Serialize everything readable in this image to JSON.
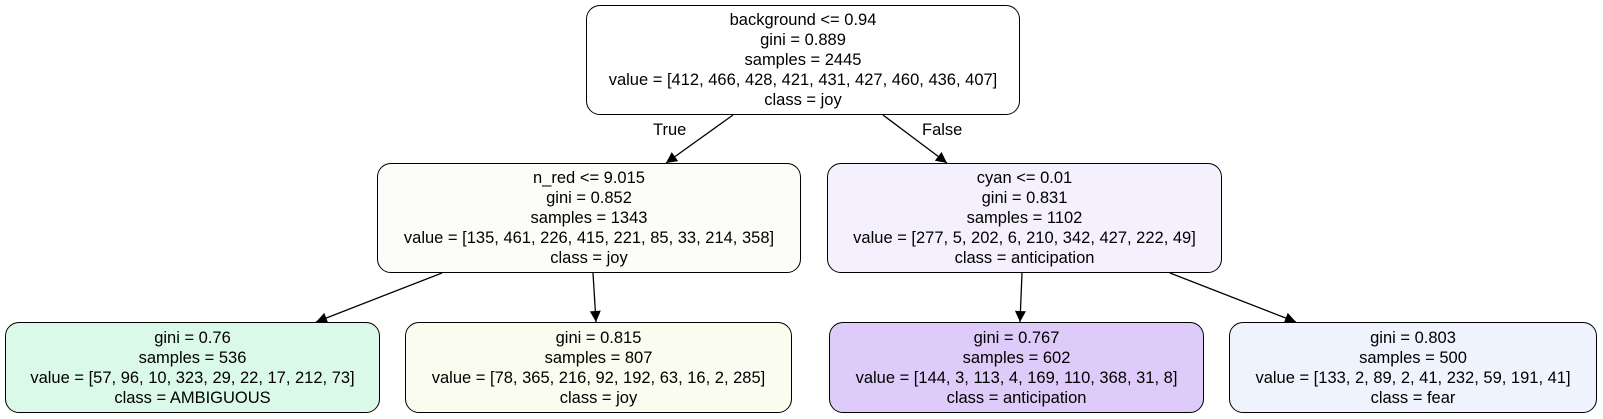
{
  "tree": {
    "nodes": [
      {
        "id": "root",
        "lines": [
          "background <= 0.94",
          "gini = 0.889",
          "samples = 2445",
          "value = [412, 466, 428, 421, 431, 427, 460, 436, 407]",
          "class = joy"
        ],
        "fill": "#ffffff"
      },
      {
        "id": "left",
        "lines": [
          "n_red <= 9.015",
          "gini = 0.852",
          "samples = 1343",
          "value = [135, 461, 226, 415, 221, 85, 33, 214, 358]",
          "class = joy"
        ],
        "fill": "#fcfdf8"
      },
      {
        "id": "right",
        "lines": [
          "cyan <= 0.01",
          "gini = 0.831",
          "samples = 1102",
          "value = [277, 5, 202, 6, 210, 342, 427, 222, 49]",
          "class = anticipation"
        ],
        "fill": "#f5f0fd"
      },
      {
        "id": "leaf-1",
        "lines": [
          "gini = 0.76",
          "samples = 536",
          "value = [57, 96, 10, 323, 29, 22, 17, 212, 73]",
          "class = AMBIGUOUS"
        ],
        "fill": "#dbf9e8"
      },
      {
        "id": "leaf-2",
        "lines": [
          "gini = 0.815",
          "samples = 807",
          "value = [78, 365, 216, 92, 192, 63, 16, 2, 285]",
          "class = joy"
        ],
        "fill": "#f9fcee"
      },
      {
        "id": "leaf-3",
        "lines": [
          "gini = 0.767",
          "samples = 602",
          "value = [144, 3, 113, 4, 169, 110, 368, 31, 8]",
          "class = anticipation"
        ],
        "fill": "#dfcbf9"
      },
      {
        "id": "leaf-4",
        "lines": [
          "gini = 0.803",
          "samples = 500",
          "value = [133, 2, 89, 2, 41, 232, 59, 191, 41]",
          "class = fear"
        ],
        "fill": "#eff3fd"
      }
    ],
    "edges": [
      {
        "from": "root",
        "to": "left",
        "label": "True"
      },
      {
        "from": "root",
        "to": "right",
        "label": "False"
      },
      {
        "from": "left",
        "to": "leaf-1",
        "label": ""
      },
      {
        "from": "left",
        "to": "leaf-2",
        "label": ""
      },
      {
        "from": "right",
        "to": "leaf-3",
        "label": ""
      },
      {
        "from": "right",
        "to": "leaf-4",
        "label": ""
      }
    ],
    "colors": {
      "stroke": "#000000",
      "text": "#000000",
      "background": "#ffffff"
    }
  }
}
